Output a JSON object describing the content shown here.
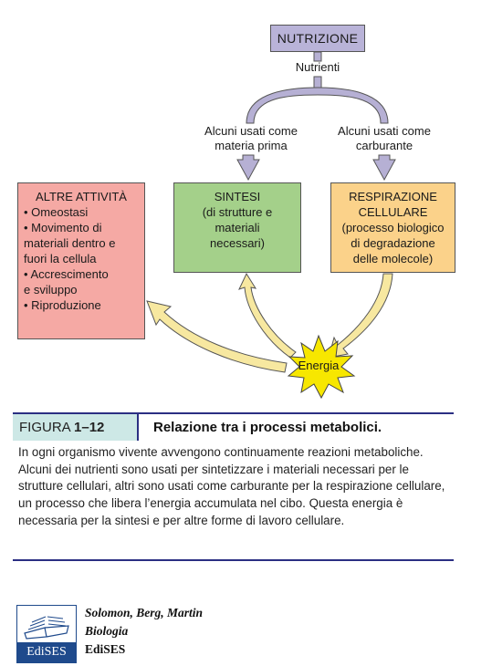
{
  "diagram": {
    "nutrizione": "NUTRIZIONE",
    "nutrienti": "Nutrienti",
    "left_branch_line1": "Alcuni usati come",
    "left_branch_line2": "materia prima",
    "right_branch_line1": "Alcuni usati come",
    "right_branch_line2": "carburante",
    "sintesi": {
      "line1": "SINTESI",
      "line2": "(di strutture e",
      "line3": "materiali",
      "line4": "necessari)"
    },
    "respirazione": {
      "line1": "RESPIRAZIONE",
      "line2": "CELLULARE",
      "line3": "(processo biologico",
      "line4": "di degradazione",
      "line5": "delle molecole)"
    },
    "altre": {
      "title": "ALTRE ATTIVITÀ",
      "items": [
        "• Omeostasi",
        "• Movimento di",
        "materiali dentro e",
        "fuori la cellula",
        "• Accrescimento",
        "e sviluppo",
        "• Riproduzione"
      ]
    },
    "energia": "Energia",
    "colors": {
      "nutrizione": "#b9b3d8",
      "sintesi": "#a4d08a",
      "respirazione": "#fbd28a",
      "altre": "#f5a9a4",
      "energy_arrow": "#f7e8a0",
      "flow_arrow": "#b6b0d4",
      "star": "#f7e700"
    }
  },
  "caption": {
    "figure_word": "FIGURA ",
    "figure_number": "1–12",
    "title": "Relazione tra i processi metabolici.",
    "text": "In ogni organismo vivente avvengono continuamente reazioni metaboliche. Alcuni dei nutrienti sono usati per sintetizzare i materiali necessari per le strutture cellulari, altri sono usati come carburante per la respirazione cellulare, un processo che libera l’energia accumulata nel cibo. Questa energia è necessaria per la sintesi e per altre forme di lavoro cellulare."
  },
  "footer": {
    "logo": "EdiSES",
    "authors": "Solomon, Berg, Martin",
    "book": "Biologia",
    "publisher": "EdiSES"
  }
}
